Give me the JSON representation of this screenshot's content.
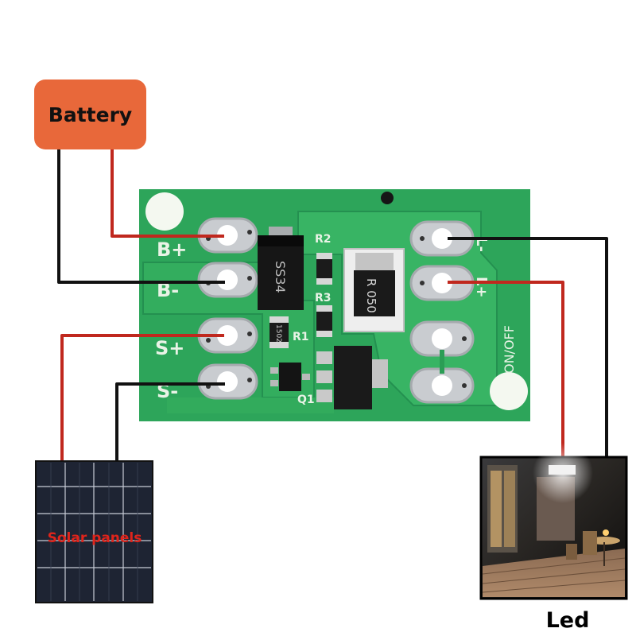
{
  "battery": {
    "label": "Battery"
  },
  "board": {
    "pads_left": [
      "B+",
      "B-",
      "S+",
      "S-"
    ],
    "pads_right": [
      "L-",
      "L+"
    ],
    "switch_label": "ON/OFF",
    "parts": {
      "diode": "SS34",
      "inductor": "R 050",
      "r1_value": "1502",
      "r1_label": "R1",
      "r2_label": "R2",
      "r3_label": "R3",
      "q1_label": "Q1"
    }
  },
  "solar_panel": {
    "label": "Solar panels"
  },
  "led": {
    "label": "Led"
  },
  "colors": {
    "board": "#2da55a",
    "board_dark": "#238a48",
    "pad": "#c9ccd0",
    "wire_positive": "#c0281e",
    "wire_negative": "#111111",
    "battery": "#e8683a",
    "solar_label": "#e0241b"
  }
}
